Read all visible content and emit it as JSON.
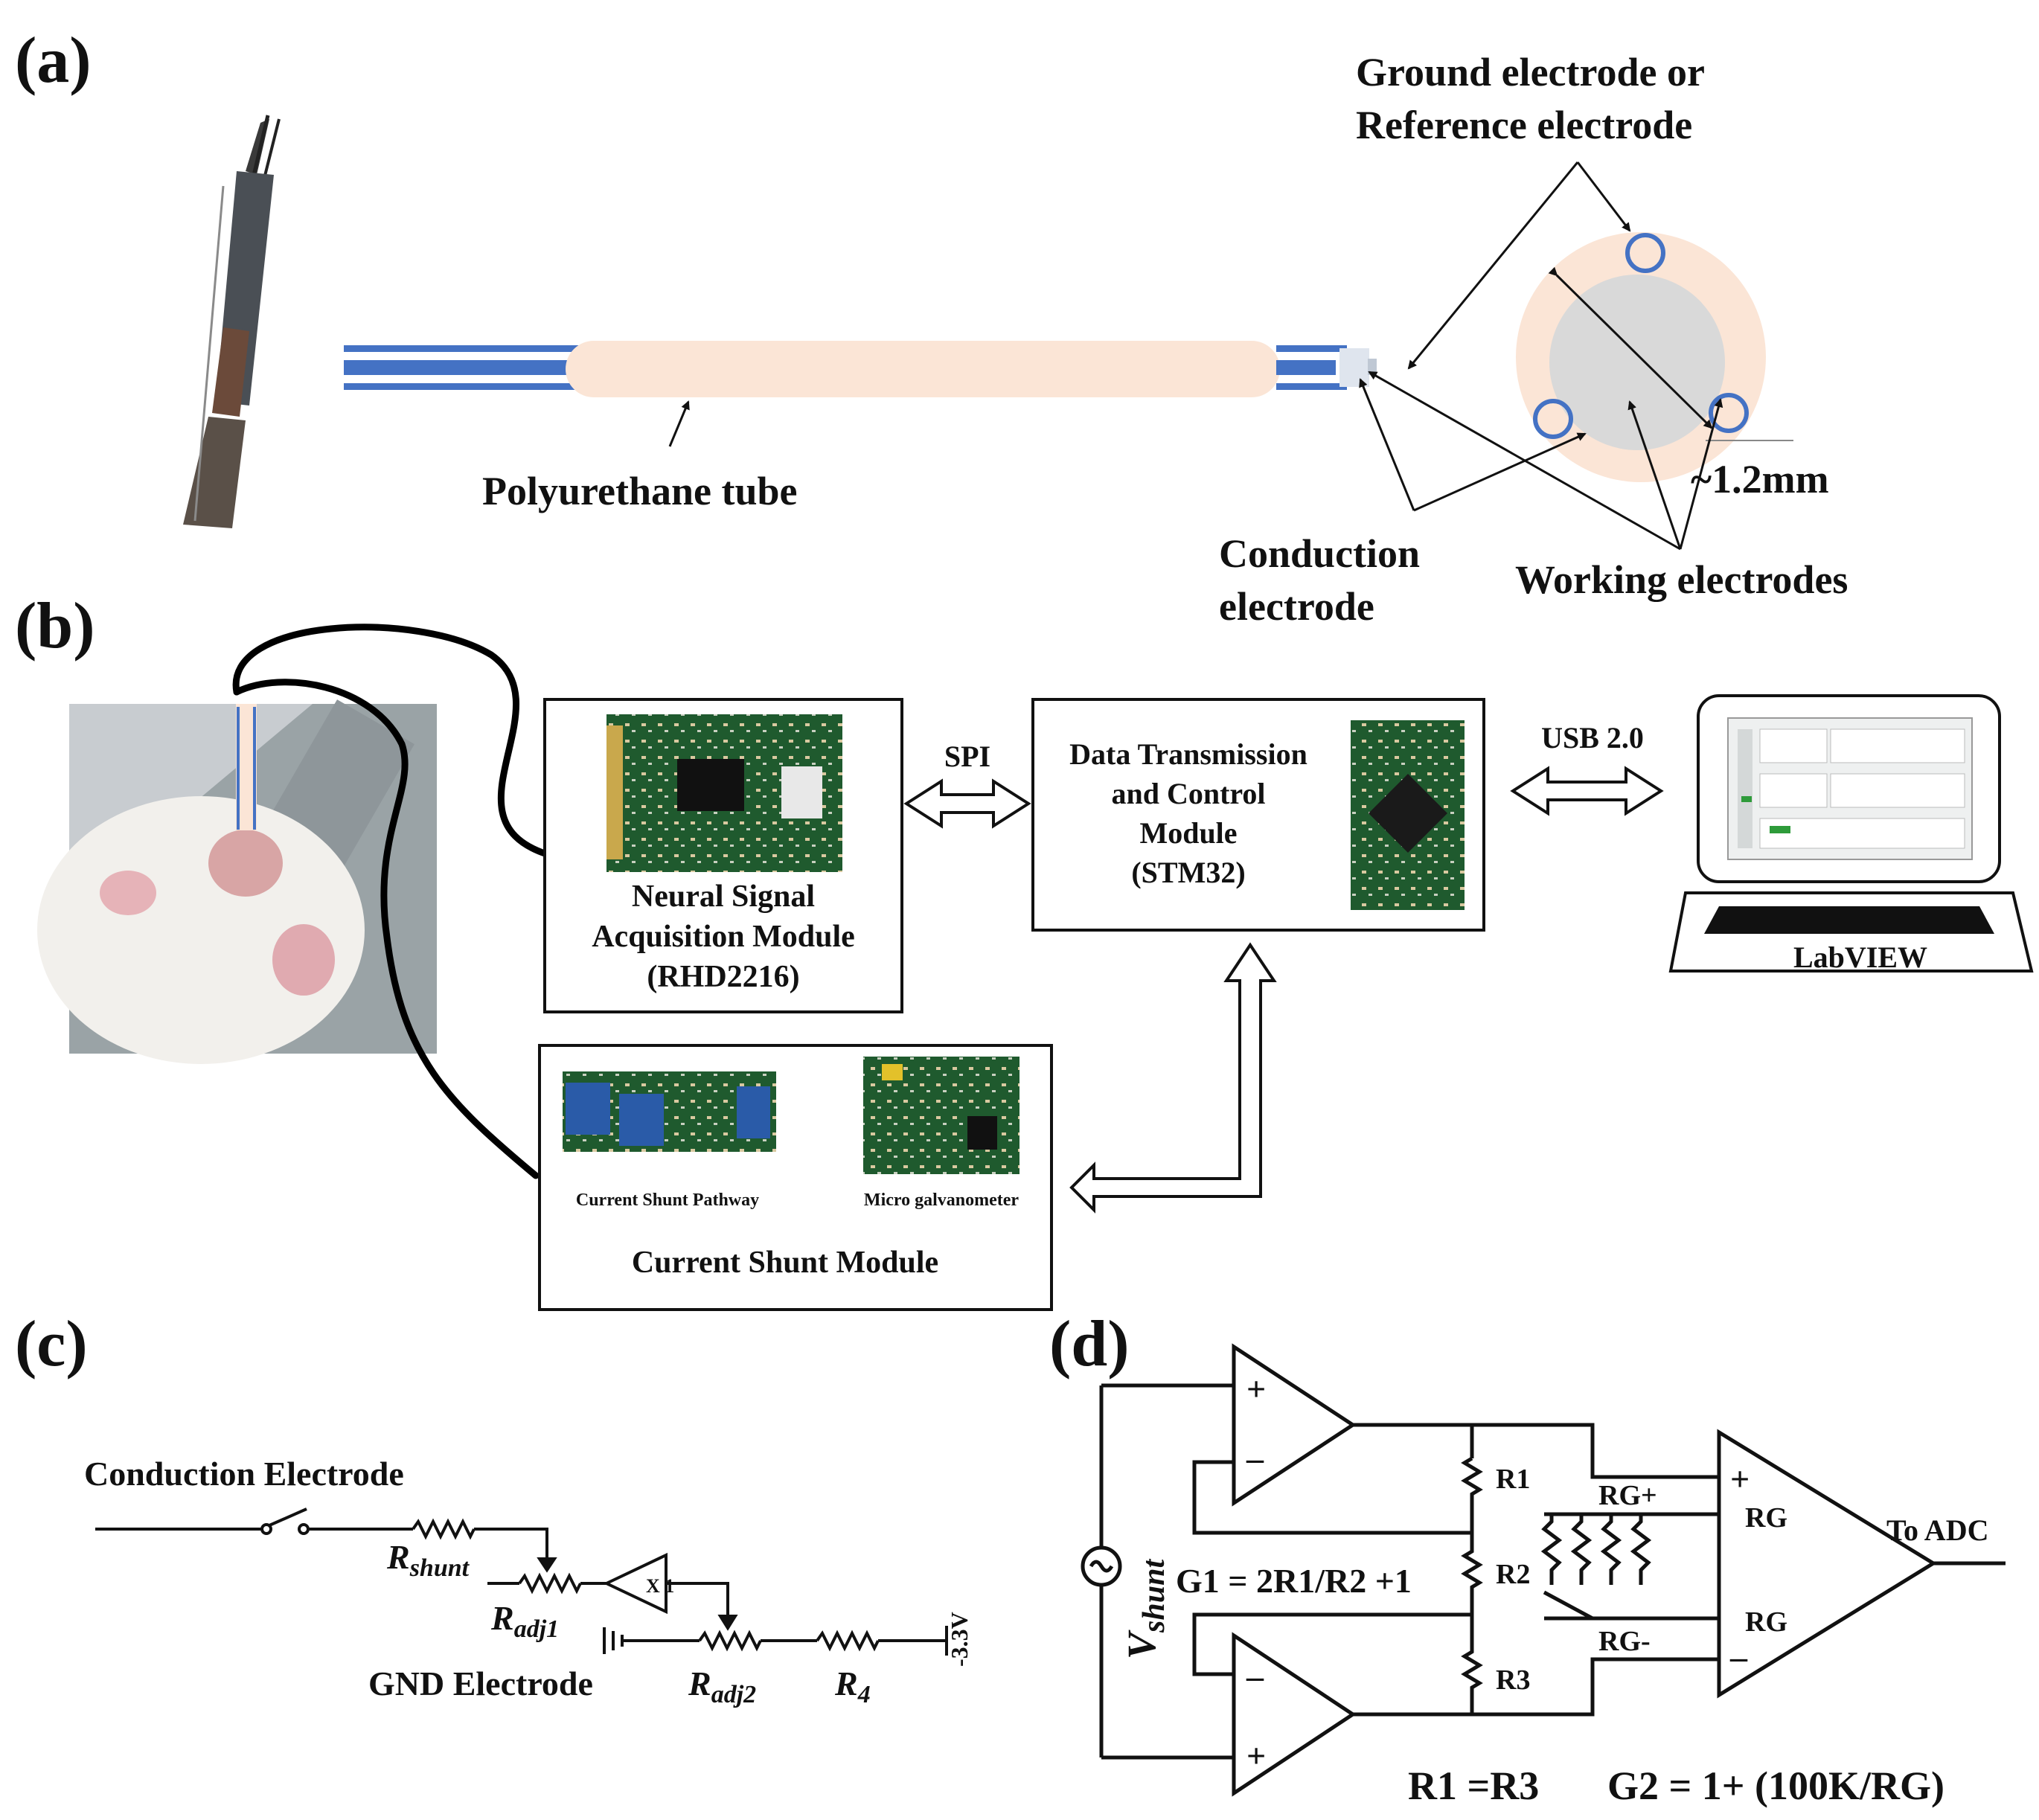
{
  "panel_labels": {
    "a": "(a)",
    "b": "(b)",
    "c": "(c)",
    "d": "(d)"
  },
  "panel_a": {
    "ground_line1": "Ground electrode or",
    "ground_line2": "Reference electrode",
    "tube": "Polyurethane tube",
    "dimension": "~1.2mm",
    "conduction_line1": "Conduction",
    "conduction_line2": "electrode",
    "working": "Working electrodes"
  },
  "panel_b": {
    "nsam_line1": "Neural Signal",
    "nsam_line2": "Acquisition Module",
    "nsam_line3": "(RHD2216)",
    "spi": "SPI",
    "dtc_line1": "Data Transmission",
    "dtc_line2": "and Control",
    "dtc_line3": "Module",
    "dtc_line4": "(STM32)",
    "usb": "USB 2.0",
    "labview": "LabVIEW",
    "shunt_path": "Current Shunt Pathway",
    "micro_galv": "Micro galvanometer",
    "csm": "Current Shunt Module"
  },
  "panel_c": {
    "conduction": "Conduction Electrode",
    "r_shunt": "R",
    "r_shunt_sub": "shunt",
    "r_adj1": "R",
    "r_adj1_sub": "adj1",
    "buffer": "X 1",
    "gnd": "GND Electrode",
    "r_adj2": "R",
    "r_adj2_sub": "adj2",
    "r4": "R",
    "r4_sub": "4",
    "supply": "-3.3V"
  },
  "panel_d": {
    "r1": "R1",
    "r2": "R2",
    "r3": "R3",
    "rg_plus": "RG+",
    "rg_minus": "RG-",
    "rg_top": "RG",
    "rg_bot": "RG",
    "to_adc": "To ADC",
    "g1": "G1 = 2R1/R2 +1",
    "vshunt": "V",
    "vshunt_sub": "shunt",
    "plus": "+",
    "minus": "–",
    "r1r3": "R1 =R3",
    "g2": "G2 = 1+ (100K/RG)"
  },
  "colors": {
    "electrode_blue": "#4472c4",
    "tube_peach": "#fbe5d6",
    "core_gray": "#d9d9d9",
    "pcb_green": "#1f5a2e"
  }
}
